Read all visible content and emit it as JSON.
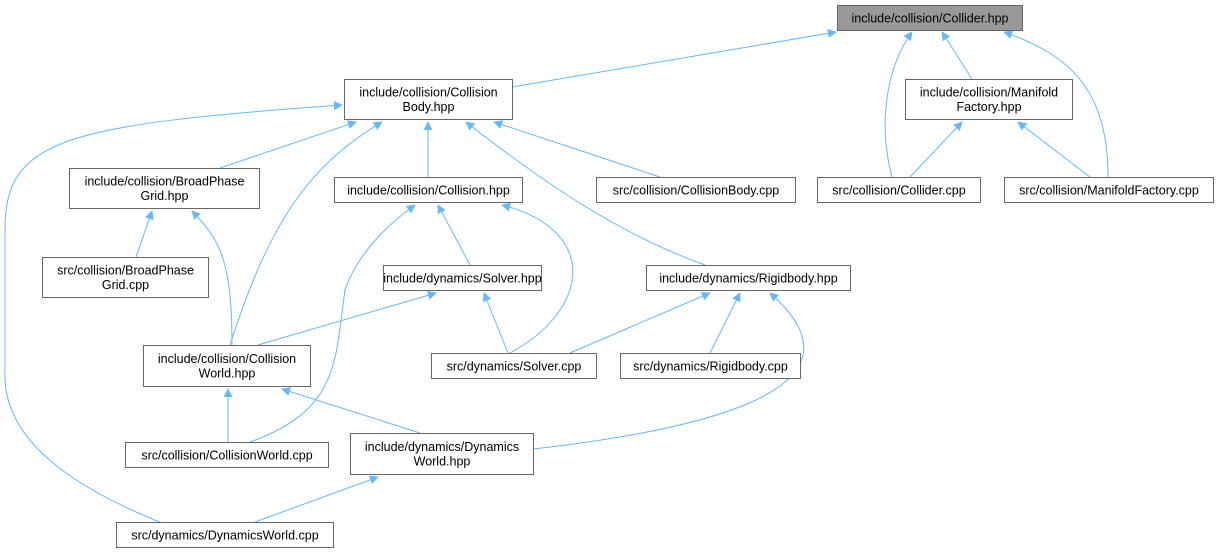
{
  "colors": {
    "edge": "#63b8ff",
    "node_border": "#666666",
    "node_fill": "#ffffff",
    "root_fill": "#999999",
    "text": "#000000"
  },
  "nodes": {
    "collider_hpp": {
      "lines": [
        "include/collision/Collider.hpp"
      ]
    },
    "collisionbody_hpp": {
      "lines": [
        "include/collision/Collision",
        "Body.hpp"
      ]
    },
    "manifoldfactory_hpp": {
      "lines": [
        "include/collision/Manifold",
        "Factory.hpp"
      ]
    },
    "broadphasegrid_hpp": {
      "lines": [
        "include/collision/BroadPhase",
        "Grid.hpp"
      ]
    },
    "collision_hpp": {
      "lines": [
        "include/collision/Collision.hpp"
      ]
    },
    "collisionbody_cpp": {
      "lines": [
        "src/collision/CollisionBody.cpp"
      ]
    },
    "collider_cpp": {
      "lines": [
        "src/collision/Collider.cpp"
      ]
    },
    "manifoldfactory_cpp": {
      "lines": [
        "src/collision/ManifoldFactory.cpp"
      ]
    },
    "broadphasegrid_cpp": {
      "lines": [
        "src/collision/BroadPhase",
        "Grid.cpp"
      ]
    },
    "solver_hpp": {
      "lines": [
        "include/dynamics/Solver.hpp"
      ]
    },
    "rigidbody_hpp": {
      "lines": [
        "include/dynamics/Rigidbody.hpp"
      ]
    },
    "collisionworld_hpp": {
      "lines": [
        "include/collision/Collision",
        "World.hpp"
      ]
    },
    "solver_cpp": {
      "lines": [
        "src/dynamics/Solver.cpp"
      ]
    },
    "rigidbody_cpp": {
      "lines": [
        "src/dynamics/Rigidbody.cpp"
      ]
    },
    "collisionworld_cpp": {
      "lines": [
        "src/collision/CollisionWorld.cpp"
      ]
    },
    "dynamicsworld_hpp": {
      "lines": [
        "include/dynamics/Dynamics",
        "World.hpp"
      ]
    },
    "dynamicsworld_cpp": {
      "lines": [
        "src/dynamics/DynamicsWorld.cpp"
      ]
    }
  },
  "edges": [
    {
      "from": "collisionbody_hpp",
      "to": "collider_hpp"
    },
    {
      "from": "collider_cpp",
      "to": "collider_hpp"
    },
    {
      "from": "manifoldfactory_hpp",
      "to": "collider_hpp"
    },
    {
      "from": "manifoldfactory_cpp",
      "to": "collider_hpp"
    },
    {
      "from": "collider_cpp",
      "to": "manifoldfactory_hpp"
    },
    {
      "from": "manifoldfactory_cpp",
      "to": "manifoldfactory_hpp"
    },
    {
      "from": "broadphasegrid_hpp",
      "to": "collisionbody_hpp"
    },
    {
      "from": "collisionworld_hpp",
      "to": "collisionbody_hpp"
    },
    {
      "from": "collision_hpp",
      "to": "collisionbody_hpp"
    },
    {
      "from": "rigidbody_hpp",
      "to": "collisionbody_hpp"
    },
    {
      "from": "collisionbody_cpp",
      "to": "collisionbody_hpp"
    },
    {
      "from": "dynamicsworld_cpp",
      "to": "collisionbody_hpp"
    },
    {
      "from": "broadphasegrid_cpp",
      "to": "broadphasegrid_hpp"
    },
    {
      "from": "collisionworld_hpp",
      "to": "broadphasegrid_hpp"
    },
    {
      "from": "solver_hpp",
      "to": "collision_hpp"
    },
    {
      "from": "solver_cpp",
      "to": "collision_hpp"
    },
    {
      "from": "collisionworld_cpp",
      "to": "collision_hpp"
    },
    {
      "from": "collisionworld_hpp",
      "to": "solver_hpp"
    },
    {
      "from": "solver_cpp",
      "to": "solver_hpp"
    },
    {
      "from": "solver_cpp",
      "to": "rigidbody_hpp"
    },
    {
      "from": "rigidbody_cpp",
      "to": "rigidbody_hpp"
    },
    {
      "from": "dynamicsworld_hpp",
      "to": "rigidbody_hpp"
    },
    {
      "from": "collisionworld_cpp",
      "to": "collisionworld_hpp"
    },
    {
      "from": "dynamicsworld_hpp",
      "to": "collisionworld_hpp"
    },
    {
      "from": "dynamicsworld_cpp",
      "to": "dynamicsworld_hpp"
    }
  ]
}
